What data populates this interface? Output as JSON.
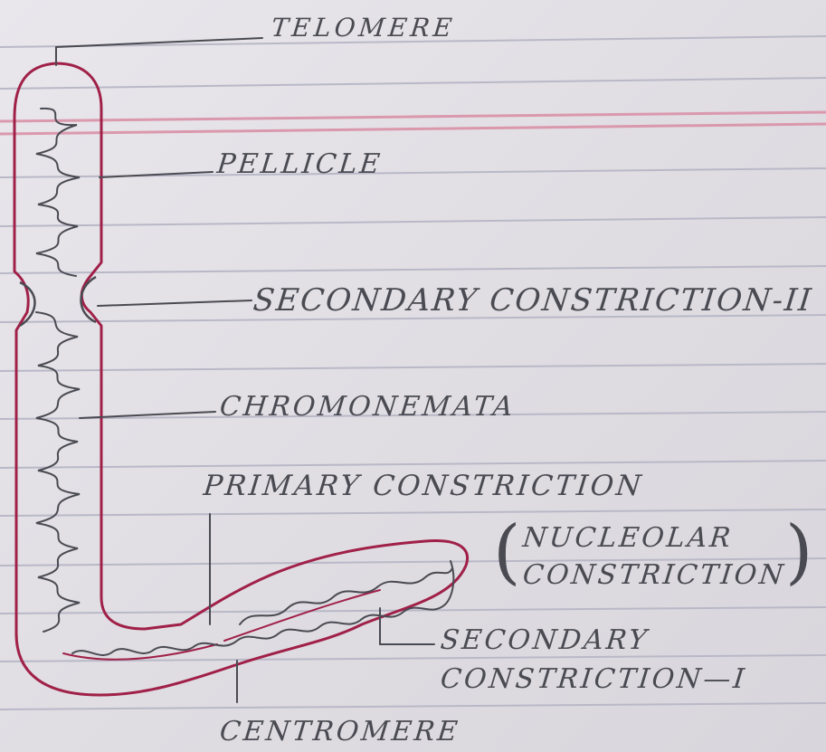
{
  "labels": {
    "telomere": "TELOMERE",
    "pellicle": "PELLICLE",
    "secondary_constriction_2": "SECONDARY CONSTRICTION-II",
    "chromonemata": "CHROMONEMATA",
    "primary_constriction": "PRIMARY CONSTRICTION",
    "nucleolar_line1": "NUCLEOLAR",
    "nucleolar_line2": "CONSTRICTION",
    "secondary_constriction_1_line1": "SECONDARY",
    "secondary_constriction_1_line2": "CONSTRICTION—I",
    "centromere": "CENTROMERE"
  },
  "colors": {
    "paper": "#e4e2e6",
    "ruled_line": "#b8b8c6",
    "margin_line": "#d9839c",
    "pencil": "#4a4a52",
    "chromosome_outline": "#a02048"
  }
}
